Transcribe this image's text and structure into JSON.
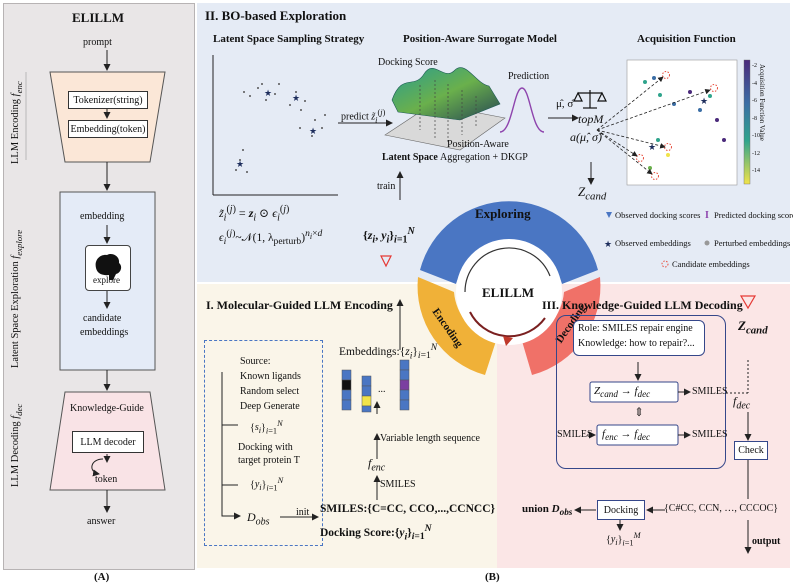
{
  "panel_a": {
    "title": "ELILLM",
    "prompt": "prompt",
    "enc_label": "LLM Encoding",
    "enc_sub": "f",
    "enc_subsub": "enc",
    "tokenizer": "Tokenizer(string)",
    "embedding_token": "Embedding(token)",
    "exp_label": "Latent Space Exploration",
    "exp_sub": "f",
    "exp_subsub": "explore",
    "embedding": "embedding",
    "explore": "explore",
    "candidate": "candidate",
    "embeddings": "embeddings",
    "dec_label": "LLM Decoding",
    "dec_sub": "f",
    "dec_subsub": "dec",
    "knowledge_guide": "Knowledge-Guide",
    "llm_decoder": "LLM decoder",
    "token": "token",
    "answer": "answer",
    "caption": "(A)"
  },
  "panel_b": {
    "caption": "(B)",
    "section2_title": "II. BO-based Exploration",
    "latent_title": "Latent Space Sampling Strategy",
    "surrogate_title": "Position-Aware Surrogate Model",
    "acq_title": "Acquisition Function",
    "docking_score": "Docking Score",
    "prediction": "Prediction",
    "predict": "predict",
    "latent_space": "Latent Space",
    "aggregation1": "Position-Aware",
    "aggregation2": "Aggregation + DKGP",
    "train": "train",
    "mu_sigma": "μ̂, σ̂",
    "topm": "topM",
    "acq_expr": "a(μ̂, σ̂)",
    "z_cand": "Z",
    "z_cand_sub": "cand",
    "colorbar_label": "Acquisition Function Value",
    "colorbar_ticks": [
      "-2",
      "-4",
      "-6",
      "-8",
      "-10",
      "-12",
      "-14"
    ],
    "legend": {
      "observed_scores": "Observed docking scores",
      "predicted_scores": "Predicted docking scores",
      "observed_embeddings": "Observed embeddings",
      "perturbed_embeddings": "Perturbed embeddings",
      "candidate_embeddings": "Candidate embeddings"
    },
    "ring_center": "ELILLM",
    "ring_exploring": "Exploring",
    "ring_encoding": "Encoding",
    "ring_decoding": "Decoding",
    "section1_title": "I. Molecular-Guided LLM Encoding",
    "source_lines": [
      "Source:",
      "Known ligands",
      "Random select",
      "Deep Generate"
    ],
    "docking_with": [
      "Docking with",
      "target protein T"
    ],
    "d_obs": "D",
    "d_obs_sub": "obs",
    "init": "init",
    "smiles_line": "SMILES:{C=CC, CCO,...,CCNCC}",
    "docking_score_line": "Docking Score:",
    "smiles": "SMILES",
    "f_enc": "f",
    "f_enc_sub": "enc",
    "variable_length": "Variable length sequence",
    "embeddings_label": "Embeddings:",
    "ellipsis": "...",
    "section3_title": "III. Knowledge-Guided LLM Decoding",
    "role": "Role: SMILES repair engine",
    "knowledge": "Knowledge: how to repair?...",
    "smiles_out": "SMILES",
    "smiles_in": "SMILES",
    "f_dec": "f",
    "f_dec_sub": "dec",
    "check": "Check",
    "docking": "Docking",
    "union": "union",
    "set_out": "{C#CC, CCN, …, CCCOC}",
    "output": "output"
  },
  "colors": {
    "exploring": "#4a76c3",
    "encoding": "#f0b138",
    "decoding": "#f07168",
    "panel_a_bg": "#e9e6e7",
    "explore_bg": "#e4ebf7",
    "enc_bg": "#fbe7d7",
    "dec_bg": "#f9e3e6"
  }
}
